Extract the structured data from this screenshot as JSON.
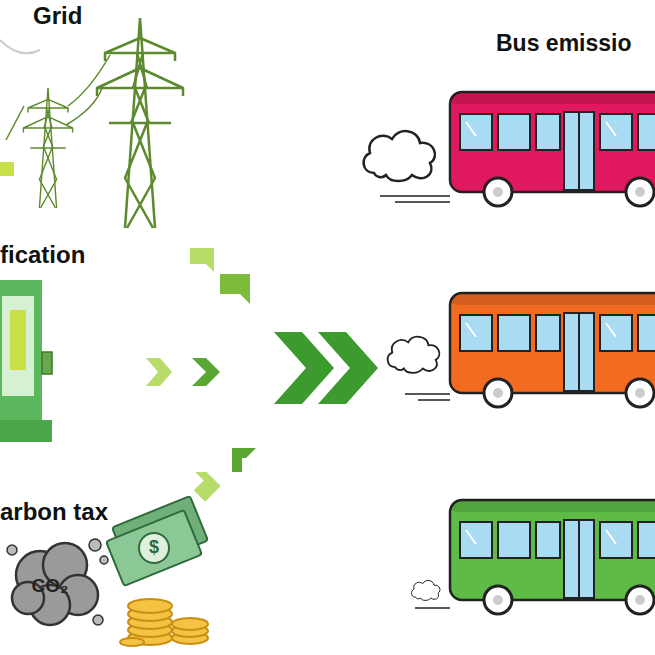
{
  "diagram": {
    "labels": [
      "Grid",
      "fication",
      "arbon tax",
      "Bus emissio",
      "$",
      "CO₂"
    ]
  }
}
